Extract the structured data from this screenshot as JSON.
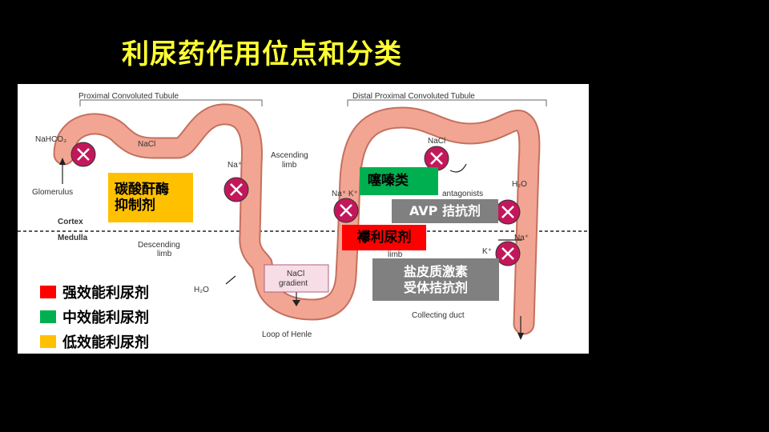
{
  "title": "利尿药作用位点和分类",
  "diagram": {
    "labels": {
      "proximal": "Proximal Convoluted Tubule",
      "distal": "Distal Proximal Convoluted Tubule",
      "nahco3": "NaHCO₃",
      "nacl_top": "NaCl",
      "na_prox": "Na⁺",
      "glomerulus": "Glomerulus",
      "ascending": "Ascending",
      "limb": "limb",
      "nacl_dist": "NaCl",
      "na_k": "Na⁺ K⁺",
      "antagonists": "antagonists",
      "h2o_right": "H₂O",
      "cortex": "Cortex",
      "medulla": "Medulla",
      "descending": "Descending",
      "limb2": "limb",
      "na_right": "Na⁺",
      "k_right": "K⁺",
      "nacl_box1": "NaCl",
      "nacl_box2": "gradient",
      "h2o_left": "H₂O",
      "limb3": "limb",
      "collecting": "Collecting duct",
      "loop": "Loop of Henle"
    },
    "boxes": {
      "carbonic_line1": "碳酸酐酶",
      "carbonic_line2": "抑制剂",
      "thiazide": "噻嗪类",
      "avp": "AVP 拮抗剂",
      "loop": "襻利尿剂",
      "mineralo_line1": "盐皮质激素",
      "mineralo_line2": "受体拮抗剂"
    },
    "colors": {
      "tubule": "#f2a593",
      "tubule_edge": "#c4705e",
      "block_fill": "#c2185b",
      "high": "#ff0000",
      "medium": "#00b050",
      "low": "#ffc000",
      "gray_box": "#808080"
    }
  },
  "legend": [
    {
      "label": "强效能利尿剂",
      "color": "#ff0000"
    },
    {
      "label": "中效能利尿剂",
      "color": "#00b050"
    },
    {
      "label": "低效能利尿剂",
      "color": "#ffc000"
    }
  ]
}
